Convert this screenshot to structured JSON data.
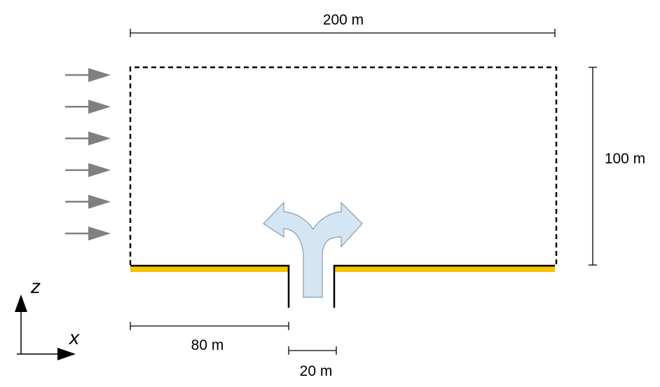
{
  "dimensions": {
    "width_label": "200 m",
    "height_label": "100 m",
    "left_segment_label": "80 m",
    "gap_label": "20 m"
  },
  "axes": {
    "x_label": "x",
    "z_label": "z"
  },
  "colors": {
    "boundary_dashed": "#000000",
    "ground_wall": "#000000",
    "ground_surface": "#F5C400",
    "inflow_arrow": "#808080",
    "split_arrow_fill": "#D4E6F3",
    "split_arrow_stroke": "#8A9BA8"
  },
  "icons": {
    "inflow": "right-arrow-icon",
    "outflow": "split-arrow-icon"
  },
  "inflow_arrow_count": 6
}
